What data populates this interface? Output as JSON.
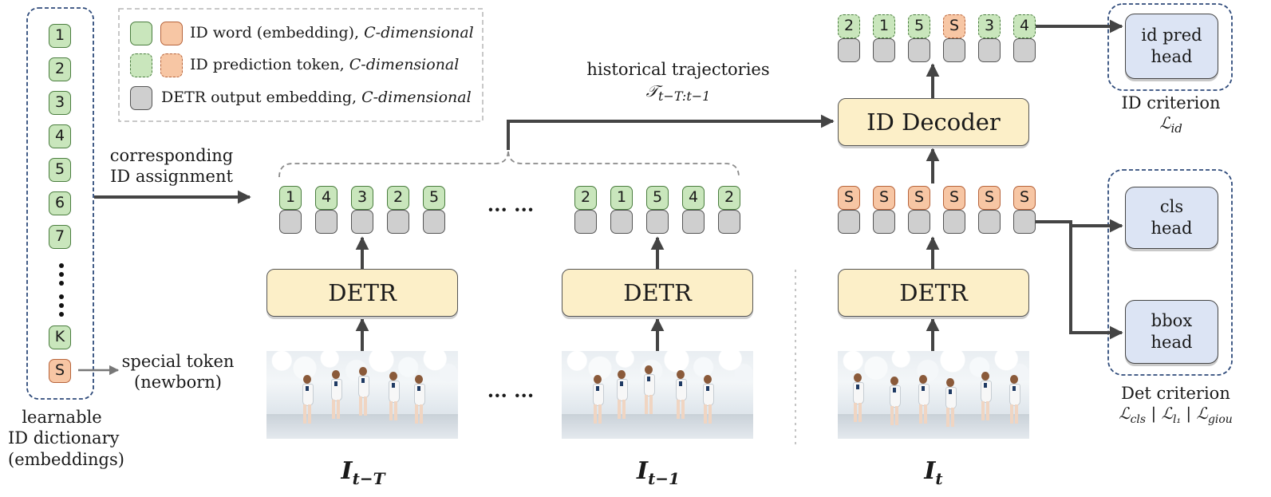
{
  "legend": {
    "id_word": "ID word (embedding), ",
    "id_pred": "ID prediction token, ",
    "detr_out": "DETR output embedding, ",
    "c_dim": "C-dimensional"
  },
  "dictionary": {
    "tokens": [
      "1",
      "2",
      "3",
      "4",
      "5",
      "6",
      "7",
      "K"
    ],
    "special": "S",
    "caption": [
      "learnable",
      "ID dictionary",
      "(embeddings)"
    ]
  },
  "labels": {
    "assignment": [
      "corresponding",
      "ID assignment"
    ],
    "special_token": [
      "special token",
      "(newborn)"
    ],
    "historical": "historical trajectories",
    "traj_symbol": "𝒯",
    "traj_sub": "t−T:t−1",
    "ellipsis": "··· ···"
  },
  "blocks": {
    "detr": "DETR",
    "id_decoder": "ID Decoder",
    "id_head": [
      "id pred",
      "head"
    ],
    "cls_head": [
      "cls",
      "head"
    ],
    "bbox_head": [
      "bbox",
      "head"
    ]
  },
  "tokens": {
    "first_frame": [
      "1",
      "4",
      "3",
      "2",
      "5"
    ],
    "prev_frame": [
      "2",
      "1",
      "5",
      "4",
      "2"
    ],
    "current": [
      "S",
      "S",
      "S",
      "S",
      "S",
      "S"
    ],
    "predictions": [
      "2",
      "1",
      "5",
      "S",
      "3",
      "4"
    ]
  },
  "criteria": {
    "id_title": "ID criterion",
    "id_loss": "ℒ",
    "id_loss_sub": "id",
    "det_title": "Det criterion",
    "det_loss_cls": "ℒ",
    "det_loss_cls_sub": "cls",
    "det_loss_l1": "ℒ",
    "det_loss_l1_sub": "l₁",
    "det_loss_giou": "ℒ",
    "det_loss_giou_sub": "giou",
    "sep": "|"
  },
  "frames": {
    "first": {
      "main": "I",
      "sub": "t−T"
    },
    "prev": {
      "main": "I",
      "sub": "t−1"
    },
    "current": {
      "main": "I",
      "sub": "t"
    }
  }
}
